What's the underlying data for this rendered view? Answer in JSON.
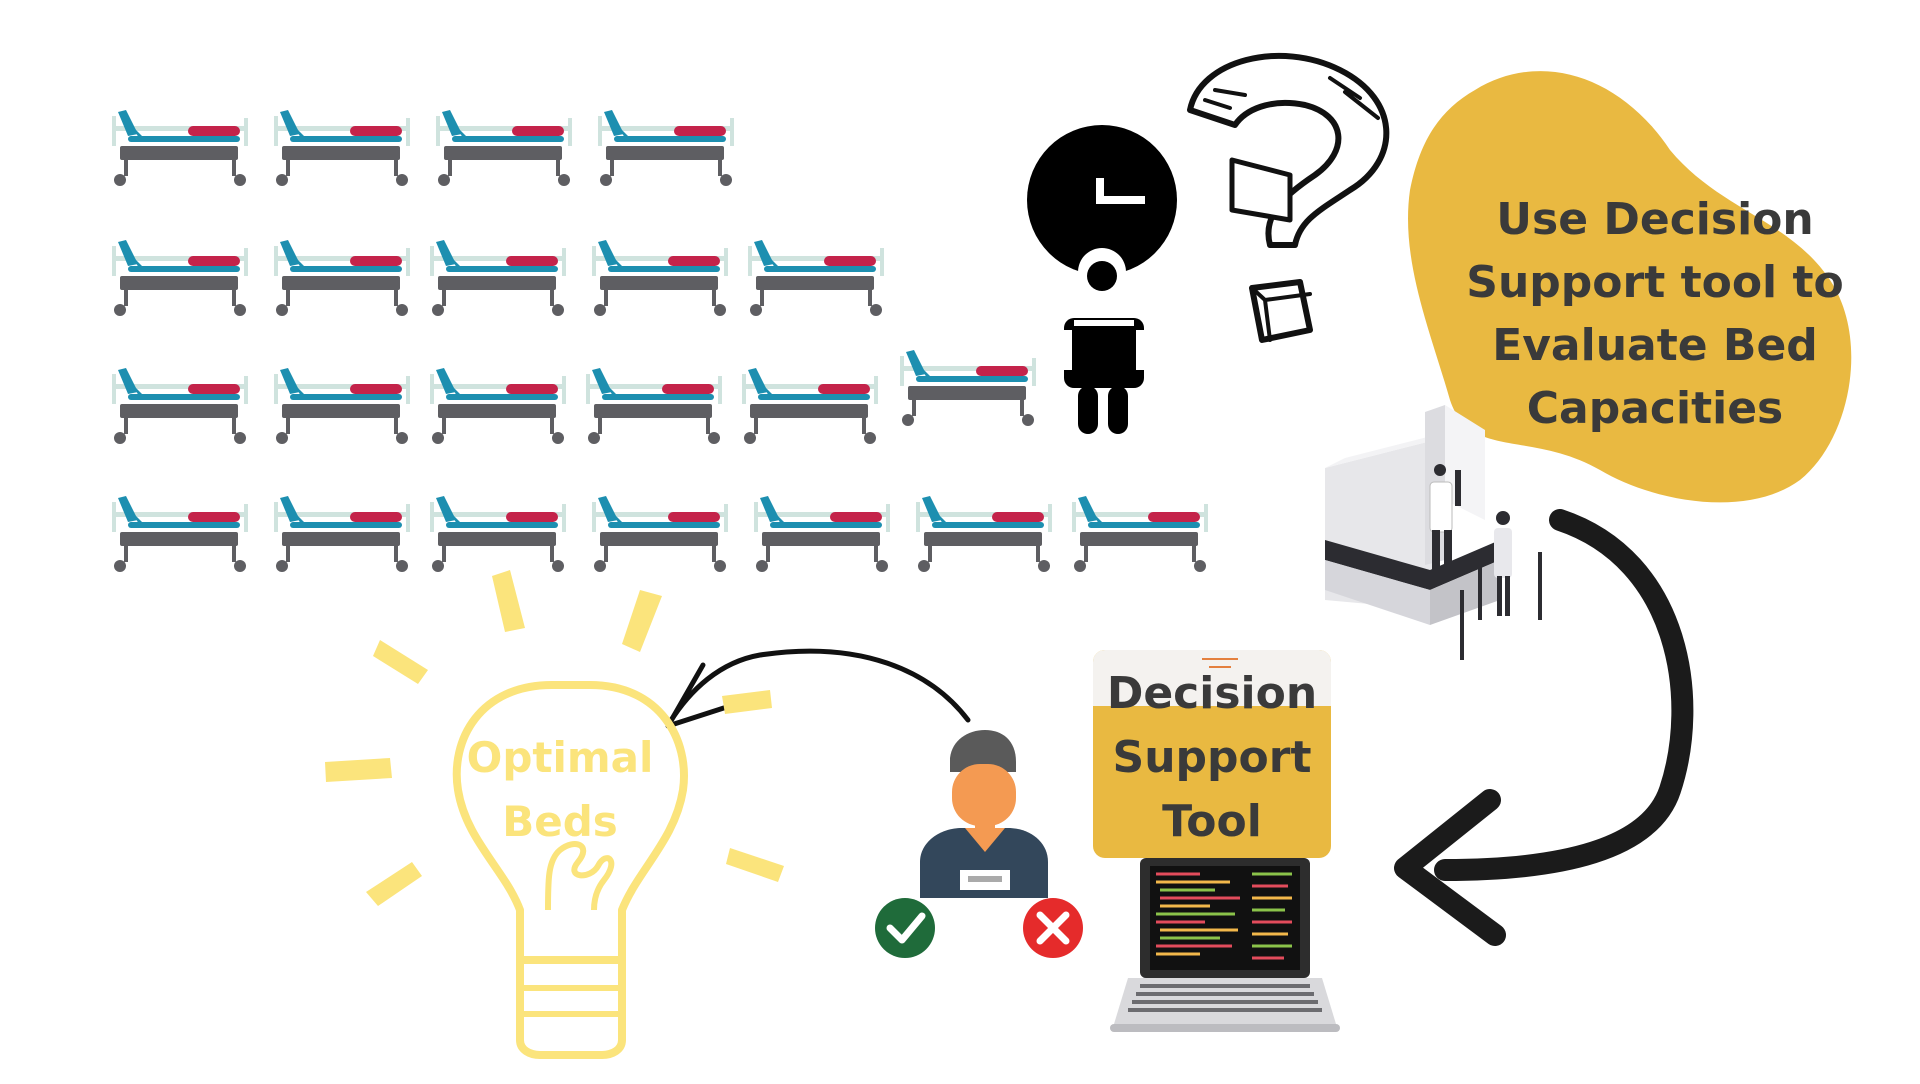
{
  "callout": {
    "lines": [
      "Use Decision",
      "Support tool to",
      "Evaluate Bed",
      "Capacities"
    ],
    "color": "#e9b941"
  },
  "tool": {
    "lines": [
      "Decision",
      "Support",
      "Tool"
    ],
    "color": "#e9b941"
  },
  "bulb": {
    "lines": [
      "Optimal",
      "Beds"
    ],
    "color": "#fbe47c"
  },
  "beds": {
    "row_counts": [
      4,
      5,
      6,
      7
    ],
    "frame_color": "#1d8fb0",
    "mattress_color": "#c4234a",
    "base_color": "#5e5e62"
  },
  "icons": [
    "hospital-bed-icon",
    "clock-head-person-icon",
    "question-mark-icon",
    "reception-desk-icon",
    "laptop-code-icon",
    "staff-person-icon",
    "check-icon",
    "cross-icon",
    "lightbulb-icon",
    "arrow-icon"
  ]
}
